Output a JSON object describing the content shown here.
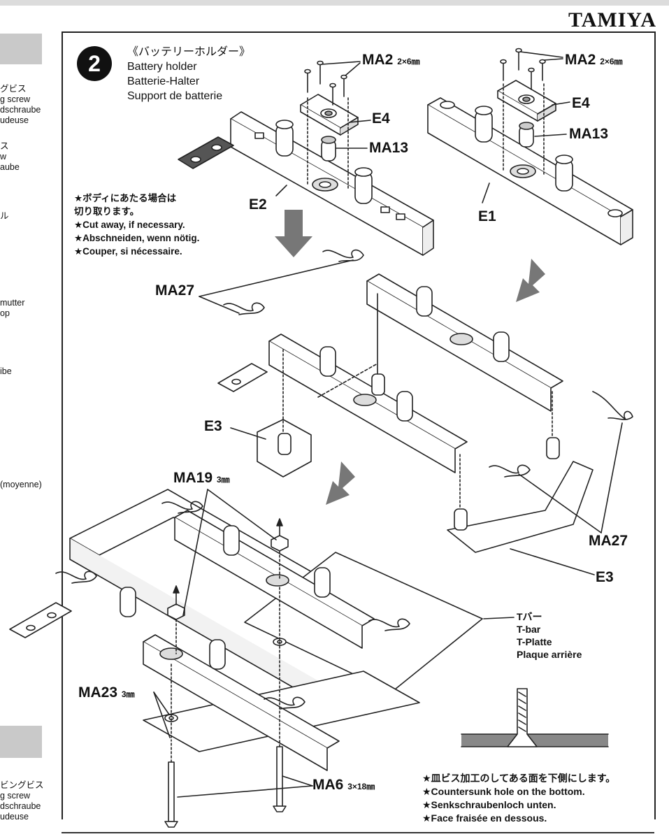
{
  "brand": "TAMIYA",
  "step": {
    "number": "2",
    "title_jp": "《バッテリーホルダー》",
    "title_en": "Battery holder",
    "title_de": "Batterie-Halter",
    "title_fr": "Support de batterie"
  },
  "note": {
    "jp_1": "★ボディにあたる場合は",
    "jp_2": "切り取ります。",
    "en": "★Cut away, if necessary.",
    "de": "★Abschneiden, wenn nötig.",
    "fr": "★Couper, si nécessaire."
  },
  "labels": {
    "ma2_left": "MA2",
    "ma2_left_size": "2×6㎜",
    "ma2_right": "MA2",
    "ma2_right_size": "2×6㎜",
    "e4_left": "E4",
    "e4_right": "E4",
    "ma13_left": "MA13",
    "ma13_right": "MA13",
    "e2": "E2",
    "e1": "E1",
    "ma27_left": "MA27",
    "ma27_right": "MA27",
    "e3_left": "E3",
    "e3_right": "E3",
    "ma19": "MA19",
    "ma19_size": "3㎜",
    "ma23": "MA23",
    "ma23_size": "3㎜",
    "ma6": "MA6",
    "ma6_size": "3×18㎜"
  },
  "tbar": {
    "jp": "Tバー",
    "en": "T-bar",
    "de": "T-Platte",
    "fr": "Plaque arrière"
  },
  "countersunk": {
    "jp": "★皿ビス加工のしてある面を下側にします。",
    "en": "★Countersunk hole on the bottom.",
    "de": "★Senkschraubenloch unten.",
    "fr": "★Face fraisée en dessous."
  },
  "left_column": {
    "text_1": "グビス\ng screw\ndschraube\nudeuse",
    "text_2": "ス\nw\naube",
    "text_3": "ル",
    "text_4": "mutter\nop",
    "text_5": "ibe",
    "text_6": "(moyenne)",
    "text_7": "ビングビス\ng screw\ndschraube\nudeuse"
  }
}
